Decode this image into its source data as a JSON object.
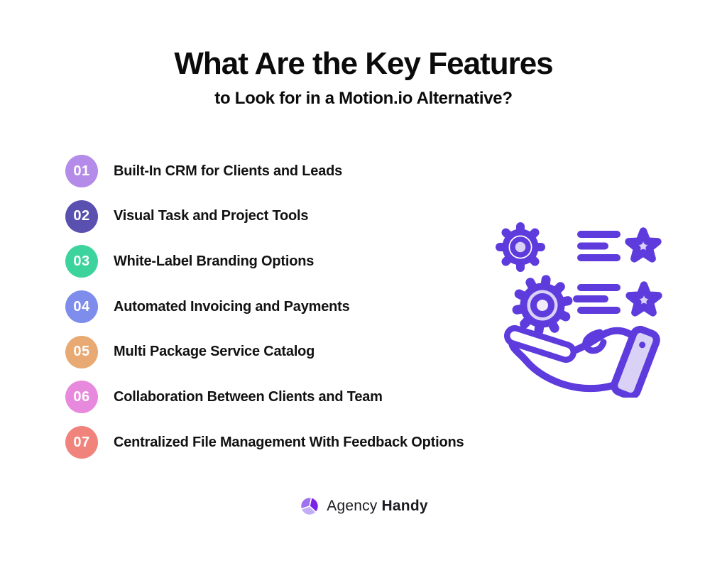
{
  "page": {
    "background": "#ffffff"
  },
  "title": {
    "line1": "What Are the Key Features",
    "line2": "to Look for in a Motion.io Alternative?"
  },
  "features": [
    {
      "number": "01",
      "label": "Built-In CRM for Clients and Leads",
      "color": "#B48BE8"
    },
    {
      "number": "02",
      "label": "Visual Task and Project Tools",
      "color": "#5A50AF"
    },
    {
      "number": "03",
      "label": "White-Label Branding Options",
      "color": "#3CD49C"
    },
    {
      "number": "04",
      "label": "Automated Invoicing and Payments",
      "color": "#7E8CEC"
    },
    {
      "number": "05",
      "label": "Multi Package Service Catalog",
      "color": "#E9A973"
    },
    {
      "number": "06",
      "label": "Collaboration Between Clients and Team",
      "color": "#E78ADD"
    },
    {
      "number": "07",
      "label": "Centralized File Management With Feedback Options",
      "color": "#F0837C"
    }
  ],
  "illustration": {
    "name": "hand-presenting-gears-and-rated-features",
    "stroke_color": "#5E3BDC",
    "fill_color": "#D9D2F6"
  },
  "footer": {
    "brand_regular": "Agency",
    "brand_bold": "Handy",
    "logo_colors": {
      "dark": "#7B22E8",
      "medium": "#9D71EF",
      "light": "#C3AEF6"
    }
  }
}
